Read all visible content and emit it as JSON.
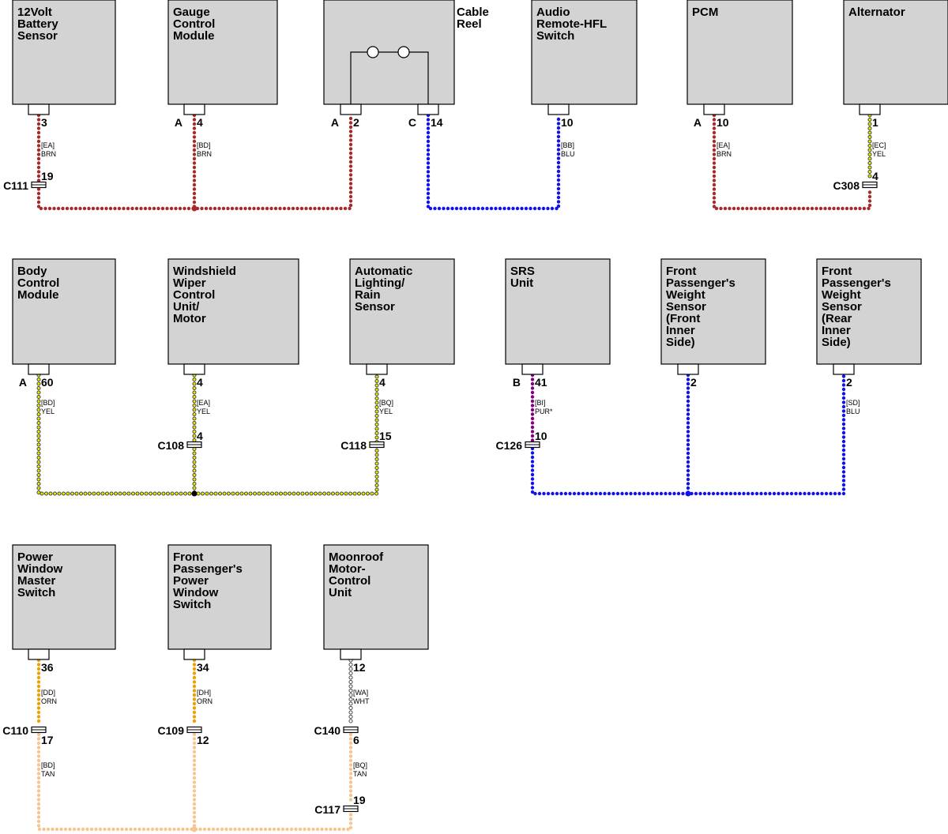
{
  "colors": {
    "BRN": "#a52a2a",
    "BLU": "#1111ee",
    "YEL": "#e8e800",
    "PUR": "#800080",
    "ORN": "#f0a000",
    "TAN": "#f7c590",
    "WHT": "#ffffff"
  },
  "modules": [
    {
      "id": "battery-sensor",
      "lines": [
        "12Volt",
        "Battery",
        "Sensor"
      ]
    },
    {
      "id": "gauge-control",
      "lines": [
        "Gauge",
        "Control",
        "Module"
      ]
    },
    {
      "id": "cable-reel",
      "lines": [
        "Cable",
        "Reel"
      ]
    },
    {
      "id": "audio-switch",
      "lines": [
        "Audio",
        "Remote-HFL",
        "Switch"
      ]
    },
    {
      "id": "pcm",
      "lines": [
        "PCM"
      ]
    },
    {
      "id": "alternator",
      "lines": [
        "Alternator"
      ]
    },
    {
      "id": "body-control",
      "lines": [
        "Body",
        "Control",
        "Module"
      ]
    },
    {
      "id": "wiper-motor",
      "lines": [
        "Windshield",
        "Wiper",
        "Control",
        "Unit/",
        "Motor"
      ]
    },
    {
      "id": "rain-sensor",
      "lines": [
        "Automatic",
        "Lighting/",
        "Rain",
        "Sensor"
      ]
    },
    {
      "id": "srs-unit",
      "lines": [
        "SRS",
        "Unit"
      ]
    },
    {
      "id": "weight-sensor-front",
      "lines": [
        "Front",
        "Passenger's",
        "Weight",
        "Sensor",
        "(Front",
        "Inner",
        "Side)"
      ]
    },
    {
      "id": "weight-sensor-rear",
      "lines": [
        "Front",
        "Passenger's",
        "Weight",
        "Sensor",
        "(Rear",
        "Inner",
        "Side)"
      ]
    },
    {
      "id": "window-master",
      "lines": [
        "Power",
        "Window",
        "Master",
        "Switch"
      ]
    },
    {
      "id": "passenger-window",
      "lines": [
        "Front",
        "Passenger's",
        "Power",
        "Window",
        "Switch"
      ]
    },
    {
      "id": "moonroof",
      "lines": [
        "Moonroof",
        "Motor-",
        "Control",
        "Unit"
      ]
    }
  ],
  "pin_labels": [
    {
      "id": "battery-pin",
      "text": "3"
    },
    {
      "id": "gauge-conn",
      "text": "A"
    },
    {
      "id": "gauge-pin",
      "text": "4"
    },
    {
      "id": "reel-conn-a",
      "text": "A"
    },
    {
      "id": "reel-pin-a",
      "text": "2"
    },
    {
      "id": "reel-conn-c",
      "text": "C"
    },
    {
      "id": "reel-pin-c",
      "text": "14"
    },
    {
      "id": "audio-pin",
      "text": "10"
    },
    {
      "id": "pcm-conn",
      "text": "A"
    },
    {
      "id": "pcm-pin",
      "text": "10"
    },
    {
      "id": "alt-pin",
      "text": "1"
    },
    {
      "id": "bcm-conn",
      "text": "A"
    },
    {
      "id": "bcm-pin",
      "text": "60"
    },
    {
      "id": "wiper-pin",
      "text": "4"
    },
    {
      "id": "rain-pin",
      "text": "4"
    },
    {
      "id": "srs-conn",
      "text": "B"
    },
    {
      "id": "srs-pin",
      "text": "41"
    },
    {
      "id": "wsf-pin",
      "text": "2"
    },
    {
      "id": "wsr-pin",
      "text": "2"
    },
    {
      "id": "pwm-pin",
      "text": "36"
    },
    {
      "id": "fpw-pin",
      "text": "34"
    },
    {
      "id": "moon-pin",
      "text": "12"
    }
  ],
  "wire_labels": [
    {
      "id": "w1",
      "circuit": "[EA]",
      "color": "BRN"
    },
    {
      "id": "w2",
      "circuit": "[BD]",
      "color": "BRN"
    },
    {
      "id": "w3",
      "circuit": "[BB]",
      "color": "BLU"
    },
    {
      "id": "w4",
      "circuit": "[EA]",
      "color": "BRN"
    },
    {
      "id": "w5",
      "circuit": "[EC]",
      "color": "YEL"
    },
    {
      "id": "w6",
      "circuit": "[BD]",
      "color": "YEL"
    },
    {
      "id": "w7",
      "circuit": "[EA]",
      "color": "YEL"
    },
    {
      "id": "w8",
      "circuit": "[BQ]",
      "color": "YEL"
    },
    {
      "id": "w9",
      "circuit": "[BI]",
      "color": "PUR*"
    },
    {
      "id": "w10",
      "circuit": "[SD]",
      "color": "BLU"
    },
    {
      "id": "w11",
      "circuit": "[DD]",
      "color": "ORN"
    },
    {
      "id": "w12",
      "circuit": "[DH]",
      "color": "ORN"
    },
    {
      "id": "w13",
      "circuit": "[WA]",
      "color": "WHT"
    },
    {
      "id": "w14",
      "circuit": "[BD]",
      "color": "TAN"
    },
    {
      "id": "w15",
      "circuit": "[BQ]",
      "color": "TAN"
    }
  ],
  "connectors": [
    {
      "id": "c111",
      "name": "C111",
      "pin": "19"
    },
    {
      "id": "c308",
      "name": "C308",
      "pin": "4"
    },
    {
      "id": "c108",
      "name": "C108",
      "pin": "4"
    },
    {
      "id": "c118",
      "name": "C118",
      "pin": "15"
    },
    {
      "id": "c126",
      "name": "C126",
      "pin": "10"
    },
    {
      "id": "c110",
      "name": "C110",
      "pin": "17"
    },
    {
      "id": "c109",
      "name": "C109",
      "pin": "12"
    },
    {
      "id": "c140",
      "name": "C140",
      "pin": "6"
    },
    {
      "id": "c117",
      "name": "C117",
      "pin": "19"
    }
  ]
}
